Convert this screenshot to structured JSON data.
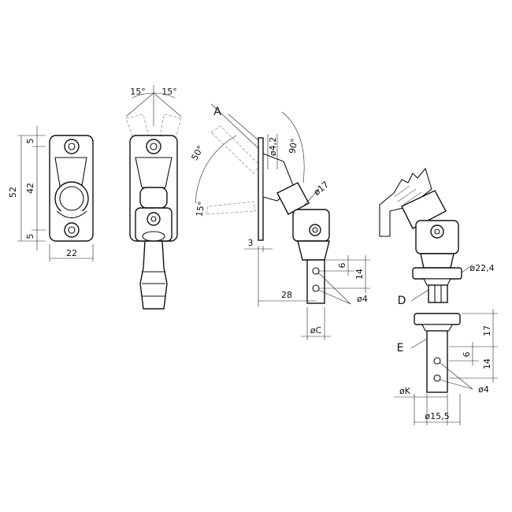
{
  "dimensions": {
    "height_total": "52",
    "height_inner": "42",
    "top_margin": "5",
    "bottom_margin": "5",
    "width": "22",
    "angle_left": "15°",
    "angle_right": "15°",
    "angle_50": "50°",
    "angle_90": "90°",
    "angle_15_low": "15°",
    "dia_4_2": "ø4,2",
    "dia_17": "ø17",
    "plate_thickness": "3",
    "offset_28": "28",
    "hole_6": "6",
    "hole_14": "14",
    "hole_dia_4": "ø4",
    "dia_c": "øC",
    "dia_22_4": "ø22,4",
    "h_17": "17",
    "hole_6_b": "6",
    "hole_14_b": "14",
    "hole_dia_4_b": "ø4",
    "dia_k": "øK",
    "dia_15_5": "ø15,5"
  },
  "labels": {
    "a": "A",
    "d": "D",
    "e": "E"
  },
  "colors": {
    "line": "#111111",
    "ghost": "#999999"
  }
}
